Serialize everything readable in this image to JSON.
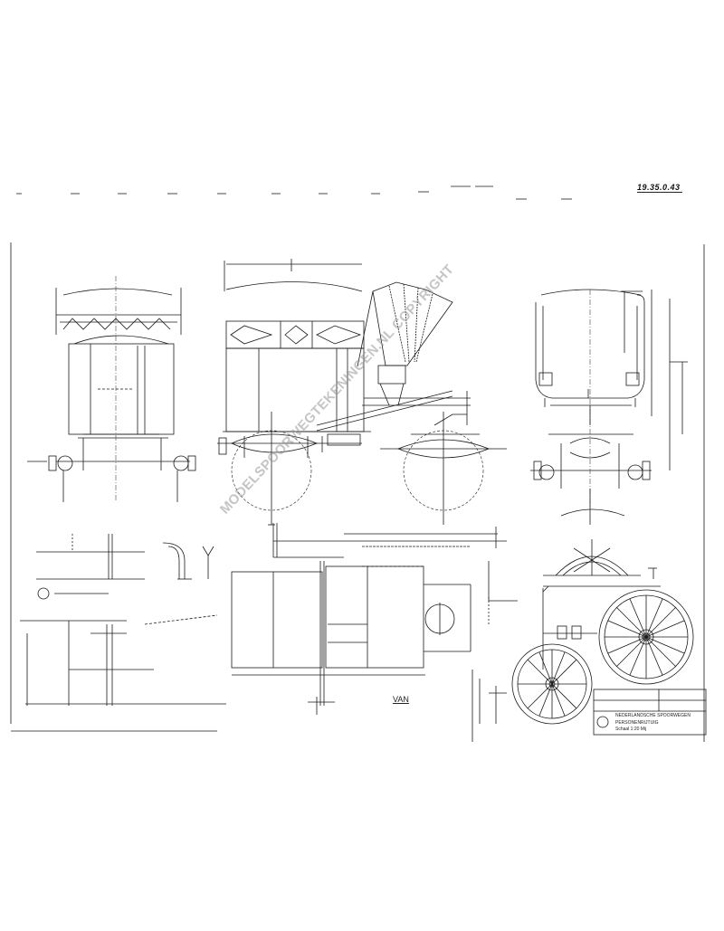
{
  "sheet": {
    "drawing_number": "19.35.0.43",
    "view_label": "VAN",
    "watermark": "MODELSPOORWEGTEKENINGEN.NL COPYRIGHT",
    "title_block": {
      "line1": "NEDERLANDSCHE SPOORWEGEN",
      "line2": "PERSONENRIJTUIG",
      "line3": "Schaal 1:20 Mij"
    }
  },
  "colors": {
    "ink": "#1a1a1a",
    "paper": "#ffffff",
    "watermark": "#969696"
  }
}
